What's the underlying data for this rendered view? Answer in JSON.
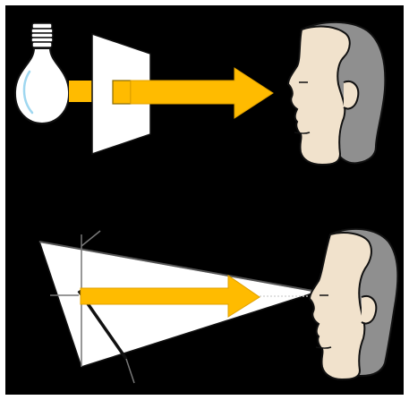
{
  "colors": {
    "background": "#000000",
    "frame": "#ffffff",
    "arrow": "#ffbb00",
    "arrow_stroke": "#e0a000",
    "skin": "#f1e2cc",
    "hair": "#8f8f8f",
    "outline": "#111111",
    "bulb_glass": "#ffffff",
    "bulb_reflection": "#9fd7f0",
    "plate": "#ffffff",
    "dotted_line": "#cfcfcf"
  },
  "diagram": {
    "top_scene": {
      "objects": [
        "light-bulb",
        "transparent-plate",
        "light-arrow",
        "observer-head"
      ]
    },
    "bottom_scene": {
      "objects": [
        "prism",
        "light-arrow",
        "observer-head"
      ]
    }
  }
}
